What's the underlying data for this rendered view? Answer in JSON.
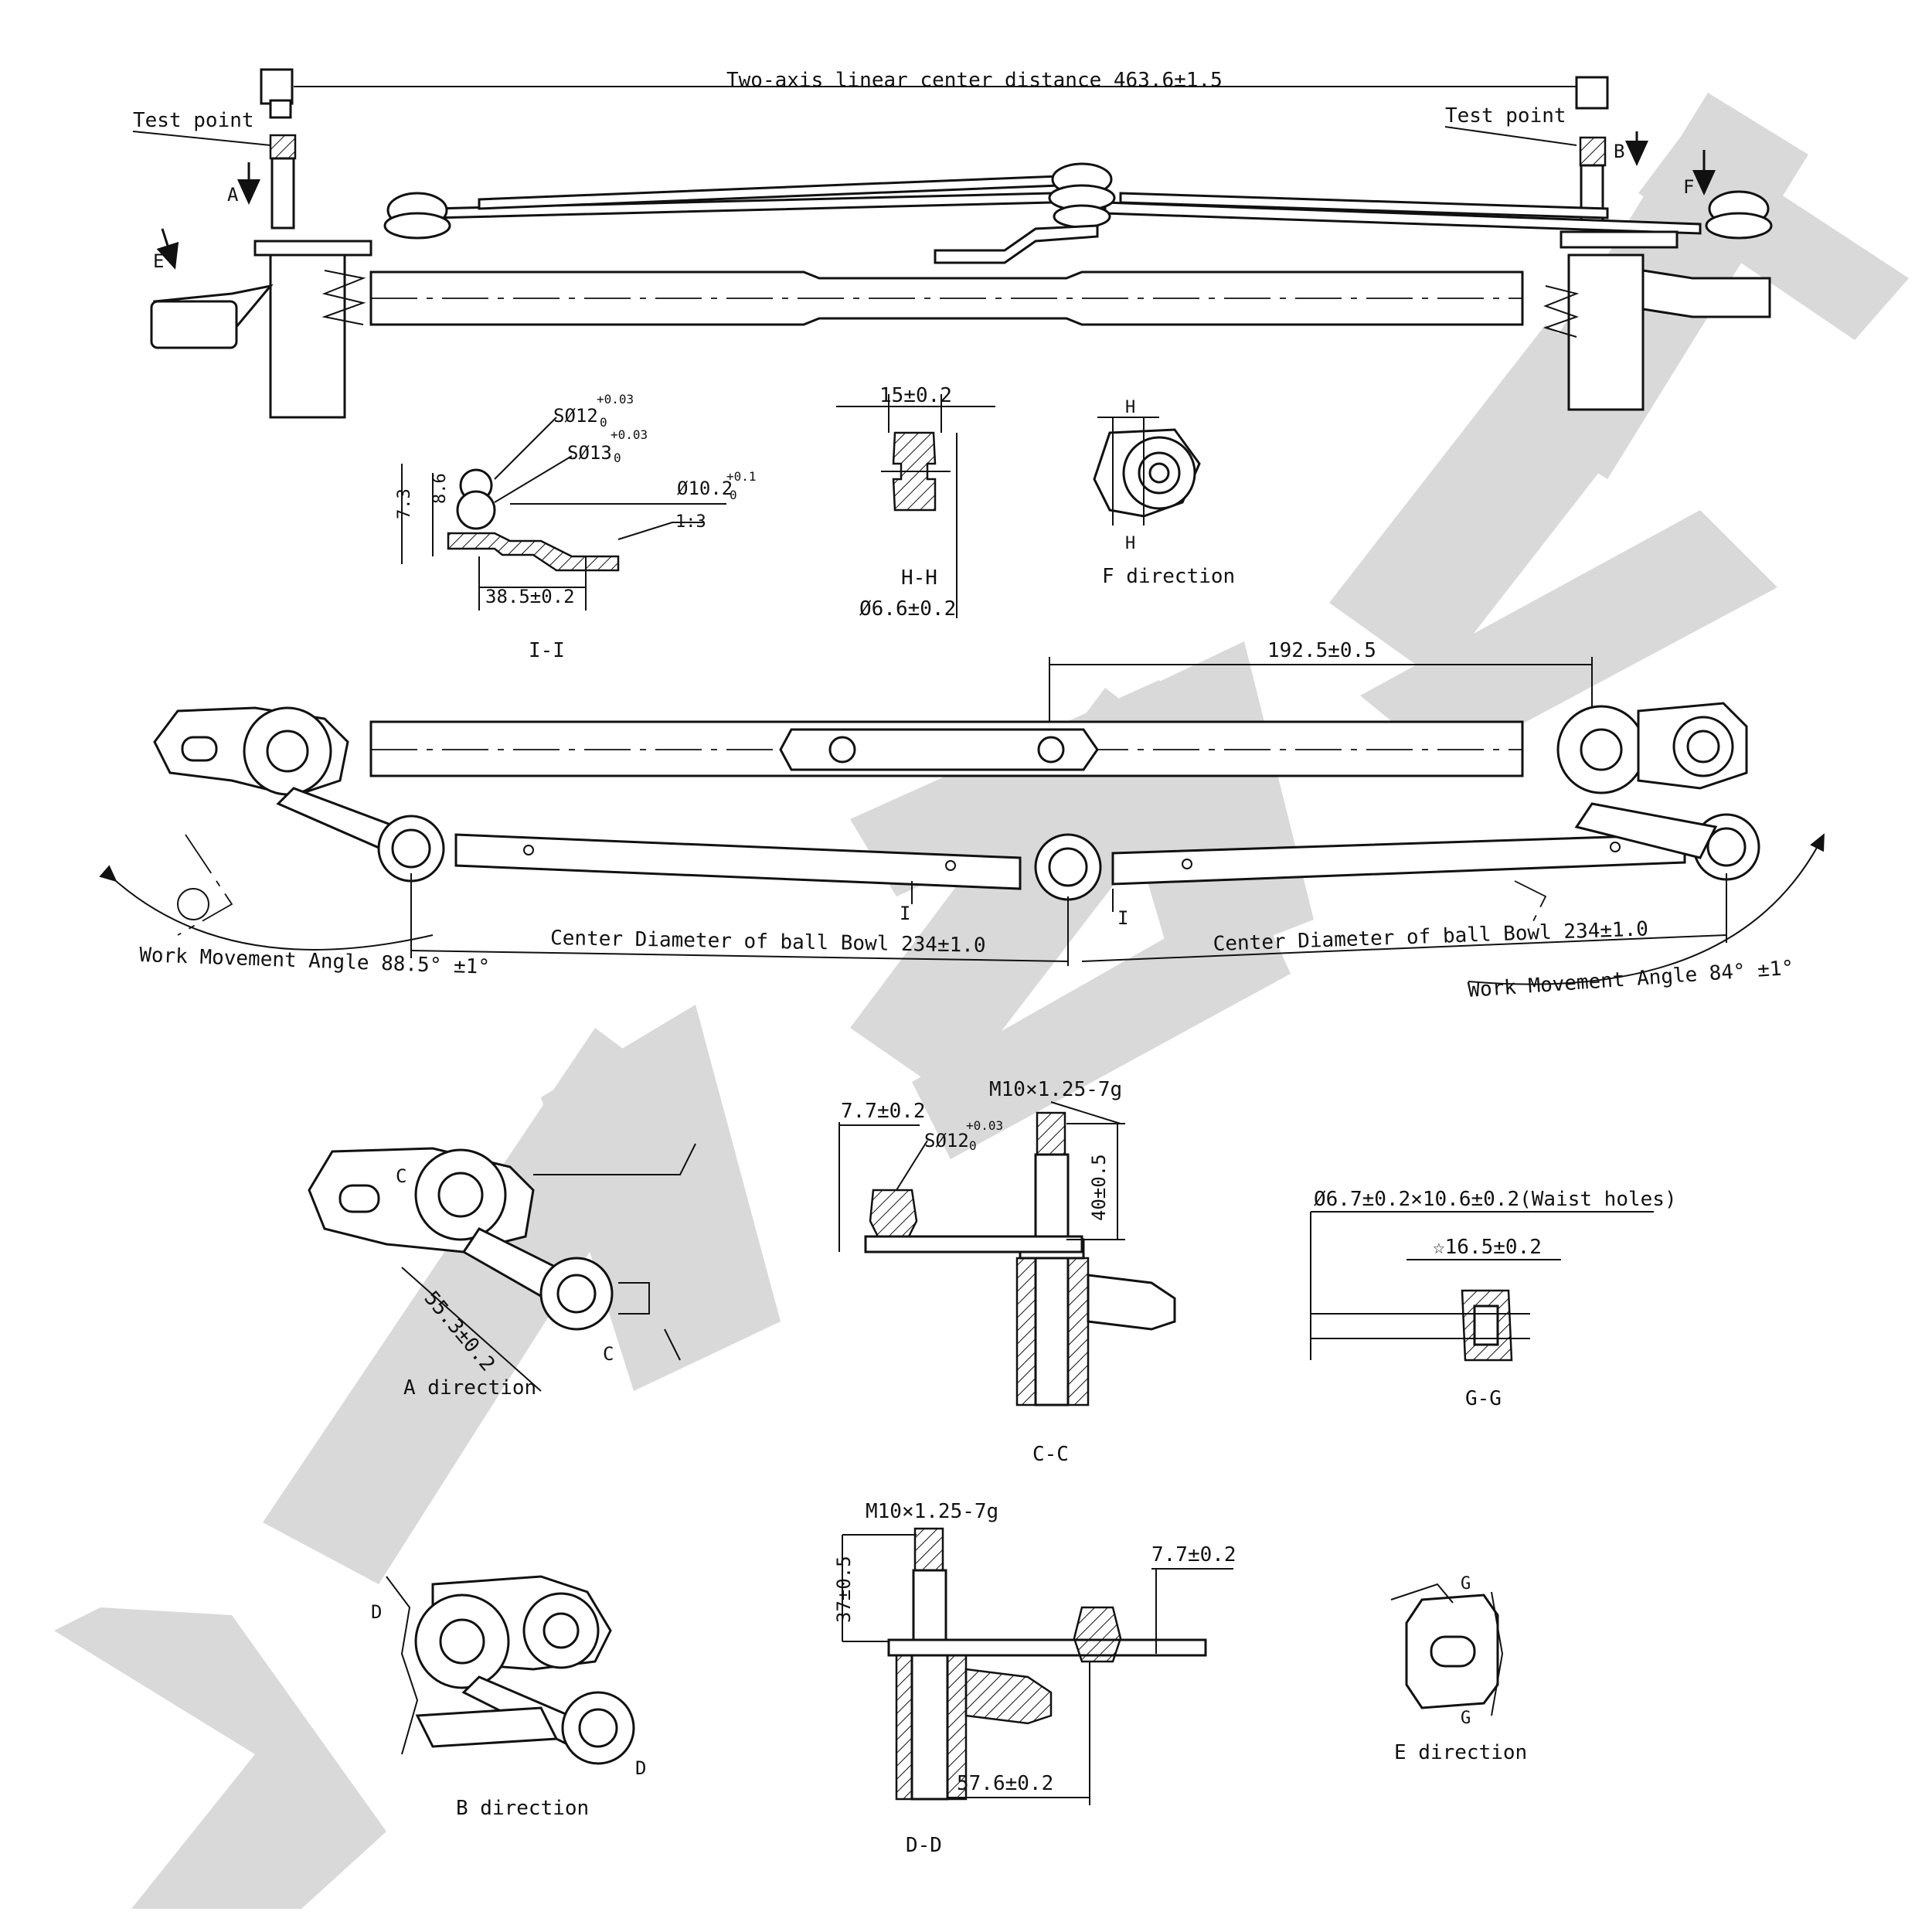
{
  "watermark": {
    "text": "ZENNEX",
    "color": "#d9d9d9"
  },
  "top_view": {
    "center_distance": "Two-axis linear center distance 463.6±1.5",
    "test_point_left": "Test point",
    "test_point_right": "Test point",
    "arrow_a": "A",
    "arrow_b": "B",
    "arrow_e": "E",
    "arrow_f": "F"
  },
  "section_ii": {
    "title": "I-I",
    "sphere_12": "SØ12",
    "sphere_12_tol": "+0.03",
    "sphere_12_tol_low": "0",
    "sphere_13": "SØ13",
    "sphere_13_tol": "+0.03",
    "sphere_13_tol_low": "0",
    "dia_10_2": "Ø10.2",
    "dia_10_2_tol": "+0.1",
    "dia_10_2_tol_low": "0",
    "taper": "1:3",
    "dim_8_6": "8.6",
    "dim_7_3": "7.3",
    "dim_38_5": "38.5±0.2"
  },
  "section_hh": {
    "title": "H-H",
    "dim_15": "15±0.2",
    "dim_6_6": "Ø6.6±0.2"
  },
  "f_direction": {
    "title": "F direction",
    "label_h_top": "H",
    "label_h_bottom": "H"
  },
  "front_view": {
    "dim_192_5": "192.5±0.5",
    "ball_bowl_left": "Center Diameter of ball Bowl 234±1.0",
    "ball_bowl_right": "Center Diameter of ball Bowl 234±1.0",
    "angle_left": "Work Movement Angle 88.5° ±1°",
    "angle_right": "Work Movement Angle 84° ±1°",
    "section_mark_left": "I",
    "section_mark_right": "I"
  },
  "a_direction": {
    "title": "A direction",
    "dim": "55.3±0.2",
    "mark_c_top": "C",
    "mark_c_bottom": "C"
  },
  "section_cc": {
    "title": "C-C",
    "thread": "M10×1.25-7g",
    "dim_7_7": "7.7±0.2",
    "sphere": "SØ12",
    "sphere_tol": "+0.03",
    "sphere_tol_low": "0",
    "dim_40": "40±0.5"
  },
  "section_gg": {
    "title": "G-G",
    "waist": "Ø6.7±0.2×10.6±0.2(Waist holes)",
    "dim_16_5": "☆16.5±0.2"
  },
  "b_direction": {
    "title": "B direction",
    "mark_d_top": "D",
    "mark_d_bottom": "D"
  },
  "section_dd": {
    "title": "D-D",
    "thread": "M10×1.25-7g",
    "dim_37": "37±0.5",
    "dim_7_7": "7.7±0.2",
    "dim_57_6": "57.6±0.2"
  },
  "e_direction": {
    "title": "E direction",
    "mark_g_top": "G",
    "mark_g_bottom": "G"
  }
}
